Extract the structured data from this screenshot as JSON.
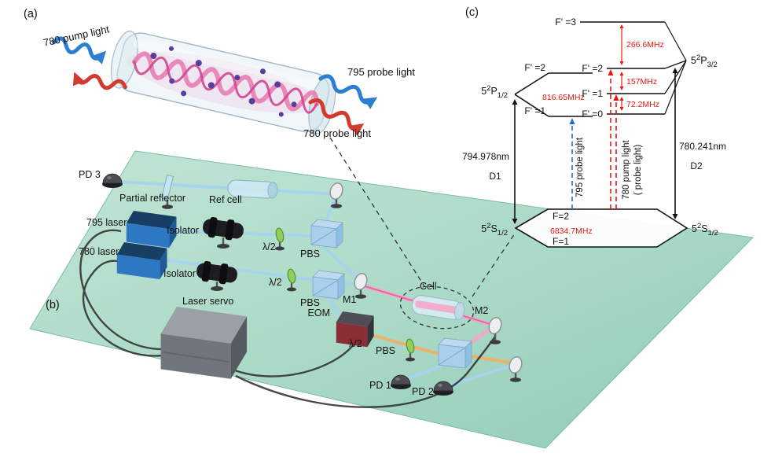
{
  "a": {
    "tag": "(a)",
    "pump_light": "780 pump light",
    "probe_795": "795 probe light",
    "probe_780": "780 probe light"
  },
  "b": {
    "tag": "(b)",
    "pd3": "PD 3",
    "partial_reflector": "Partial reflector",
    "ref_cell": "Ref cell",
    "laser_795": "795 laser",
    "laser_780": "780 laser",
    "isolator_top": "Isolator",
    "isolator_bottom": "Isolator",
    "hwp_1": "λ/2",
    "hwp_2": "λ/2",
    "hwp_3": "λ/2",
    "pbs_1": "PBS",
    "pbs_2": "PBS",
    "pbs_3": "PBS",
    "m1": "M1",
    "m2": "M2",
    "eom": "EOM",
    "laser_servo": "Laser servo",
    "cell": "Cell",
    "pd1": "PD 1",
    "pd2": "PD 2"
  },
  "c": {
    "tag": "(c)",
    "terms": {
      "p12": {
        "pre": "5",
        "sup": "2",
        "sym": "P",
        "sub": "1/2"
      },
      "p32": {
        "pre": "5",
        "sup": "2",
        "sym": "P",
        "sub": "3/2"
      },
      "s12l": {
        "pre": "5",
        "sup": "2",
        "sym": "S",
        "sub": "1/2"
      },
      "s12r": {
        "pre": "5",
        "sup": "2",
        "sym": "S",
        "sub": "1/2"
      }
    },
    "levels": {
      "f3": "F' =3",
      "f2_p32": "F' =2",
      "f1_p32": "F' =1",
      "f0": "F' =0",
      "f2_p12": "F' =2",
      "f1_p12": "F' =1",
      "f2_ground": "F=2",
      "f1_ground": "F=1"
    },
    "splittings": {
      "s32": "266.6MHz",
      "s21": "157MHz",
      "s10": "72.2MHz",
      "p12": "816.65MHz",
      "ground": "6834.7MHz"
    },
    "d1": {
      "wavelength": "794.978nm",
      "name": "D1",
      "probe": "795 probe light"
    },
    "d2": {
      "wavelength": "780.241nm",
      "name": "D2",
      "pump_line1": "780 pump light",
      "pump_line2": "( probe light)"
    }
  },
  "colors": {
    "accent_red": "#e8170e",
    "accent_blue": "#1d6fd2",
    "table_green": "#a9d9c6",
    "beam_blue": "#a6d4ee",
    "beam_pink": "#f2a9c9",
    "beam_orange": "#f0b066"
  }
}
